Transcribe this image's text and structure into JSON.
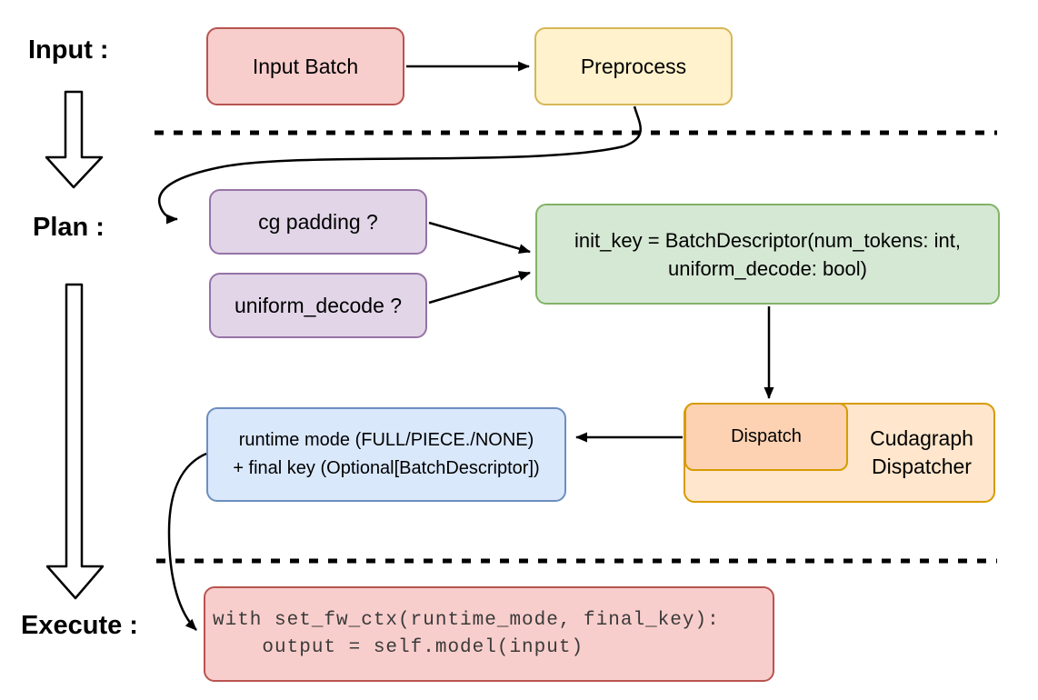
{
  "canvas": {
    "background": "#ffffff",
    "arrow_color": "#000000",
    "divider_color": "#000000"
  },
  "stage_labels": {
    "input": "Input :",
    "plan": "Plan :",
    "execute": "Execute :"
  },
  "nodes": {
    "input_batch": {
      "label": "Input Batch",
      "fill": "#f8cecc",
      "stroke": "#b85450"
    },
    "preprocess": {
      "label": "Preprocess",
      "fill": "#fff2cc",
      "stroke": "#d6b656"
    },
    "cg_padding": {
      "label": "cg padding ?",
      "fill": "#e1d5e7",
      "stroke": "#9673a6"
    },
    "uniform_decode": {
      "label": "uniform_decode ?",
      "fill": "#e1d5e7",
      "stroke": "#9673a6"
    },
    "init_key": {
      "line1": "init_key = BatchDescriptor(num_tokens: int,",
      "line2": "uniform_decode: bool)",
      "fill": "#d5e8d4",
      "stroke": "#82b366"
    },
    "dispatch": {
      "label": "Dispatch",
      "fill": "#fcd2b3",
      "stroke": "#d79b00"
    },
    "cudagraph_dispatcher": {
      "label": "Cudagraph Dispatcher",
      "fill": "#ffe6cc",
      "stroke": "#d79b00"
    },
    "runtime_mode": {
      "line1": "runtime mode (FULL/PIECE./NONE)",
      "line2": "+ final key (Optional[BatchDescriptor])",
      "fill": "#dae8fc",
      "stroke": "#6c8ebf"
    },
    "execute_code": {
      "line1": "with set_fw_ctx(runtime_mode, final_key):",
      "line2": "    output = self.model(input)",
      "fill": "#f8cecc",
      "stroke": "#b85450",
      "text_color": "#3a3a3a"
    }
  }
}
